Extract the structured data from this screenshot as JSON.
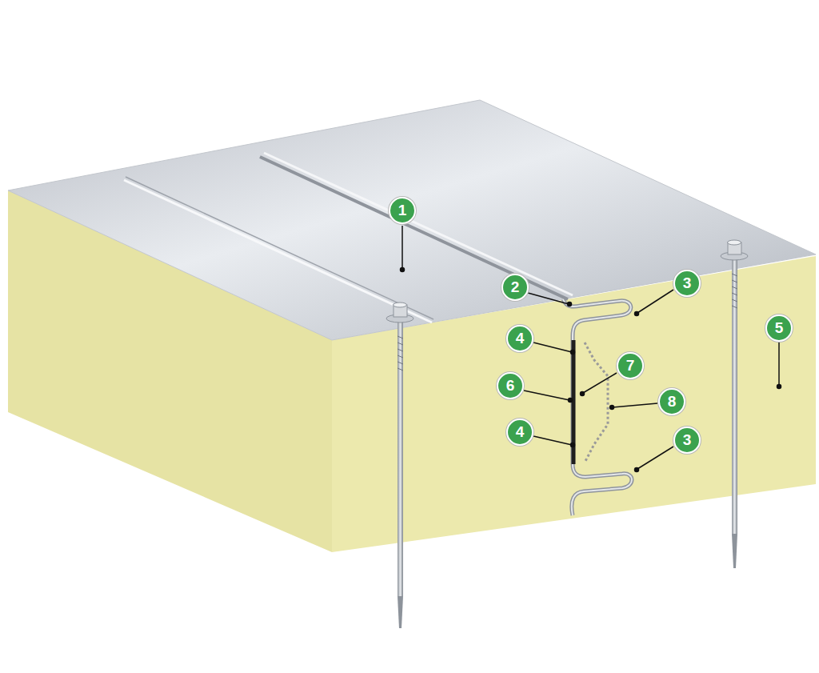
{
  "diagram": {
    "labels": [
      "1",
      "2",
      "3",
      "5",
      "4",
      "7",
      "6",
      "8",
      "4",
      "3"
    ]
  }
}
